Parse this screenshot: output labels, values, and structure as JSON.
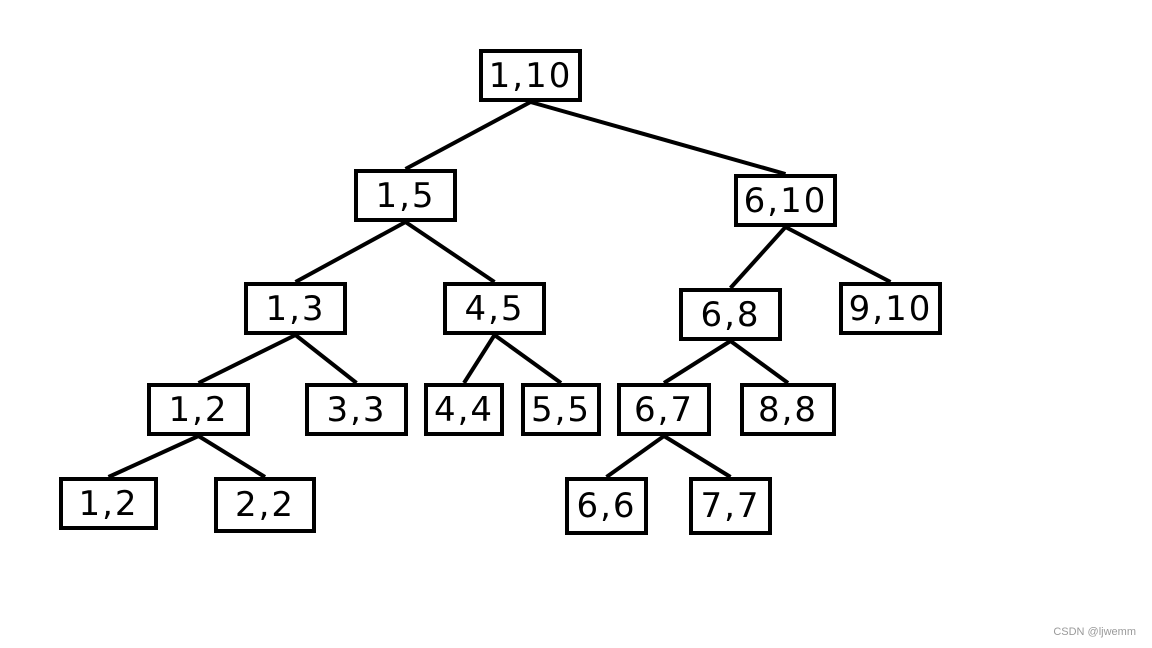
{
  "tree": {
    "nodes": [
      {
        "id": "n-1-10",
        "label": "1,10"
      },
      {
        "id": "n-1-5",
        "label": "1,5"
      },
      {
        "id": "n-6-10",
        "label": "6,10"
      },
      {
        "id": "n-1-3",
        "label": "1,3"
      },
      {
        "id": "n-4-5",
        "label": "4,5"
      },
      {
        "id": "n-6-8",
        "label": "6,8"
      },
      {
        "id": "n-9-10",
        "label": "9,10"
      },
      {
        "id": "n-1-2",
        "label": "1,2"
      },
      {
        "id": "n-3-3",
        "label": "3,3"
      },
      {
        "id": "n-4-4",
        "label": "4,4"
      },
      {
        "id": "n-5-5",
        "label": "5,5"
      },
      {
        "id": "n-6-7",
        "label": "6,7"
      },
      {
        "id": "n-8-8",
        "label": "8,8"
      },
      {
        "id": "n-1-2b",
        "label": "1,2"
      },
      {
        "id": "n-2-2",
        "label": "2,2"
      },
      {
        "id": "n-6-6",
        "label": "6,6"
      },
      {
        "id": "n-7-7",
        "label": "7,7"
      }
    ],
    "edges": [
      [
        "n-1-10",
        "n-1-5"
      ],
      [
        "n-1-10",
        "n-6-10"
      ],
      [
        "n-1-5",
        "n-1-3"
      ],
      [
        "n-1-5",
        "n-4-5"
      ],
      [
        "n-6-10",
        "n-6-8"
      ],
      [
        "n-6-10",
        "n-9-10"
      ],
      [
        "n-1-3",
        "n-1-2"
      ],
      [
        "n-1-3",
        "n-3-3"
      ],
      [
        "n-4-5",
        "n-4-4"
      ],
      [
        "n-4-5",
        "n-5-5"
      ],
      [
        "n-6-8",
        "n-6-7"
      ],
      [
        "n-6-8",
        "n-8-8"
      ],
      [
        "n-1-2",
        "n-1-2b"
      ],
      [
        "n-1-2",
        "n-2-2"
      ],
      [
        "n-6-7",
        "n-6-6"
      ],
      [
        "n-6-7",
        "n-7-7"
      ]
    ]
  },
  "watermark": "CSDN @ljwemm"
}
